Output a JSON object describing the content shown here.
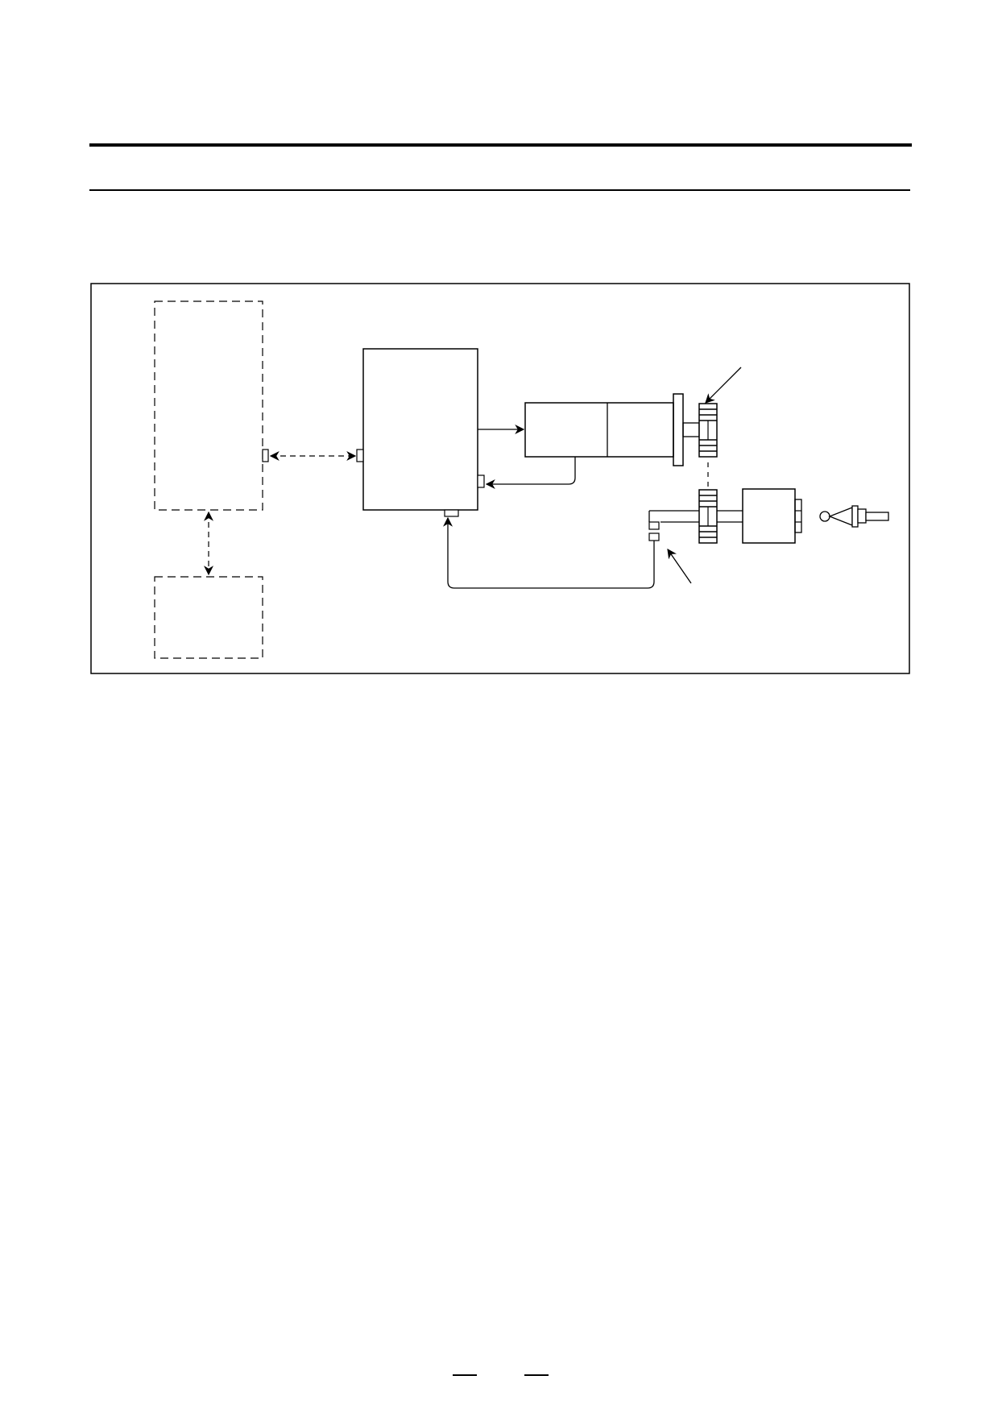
{
  "page": {
    "header": {
      "title": ""
    },
    "footer": {
      "page_label": ""
    }
  },
  "diagram": {
    "labels": [],
    "components": [
      "cnc-unit-box",
      "auxiliary-unit-box",
      "amplifier-box",
      "motor",
      "motor-gear",
      "spindle-gear",
      "spindle-housing",
      "position-coder",
      "tool"
    ]
  }
}
